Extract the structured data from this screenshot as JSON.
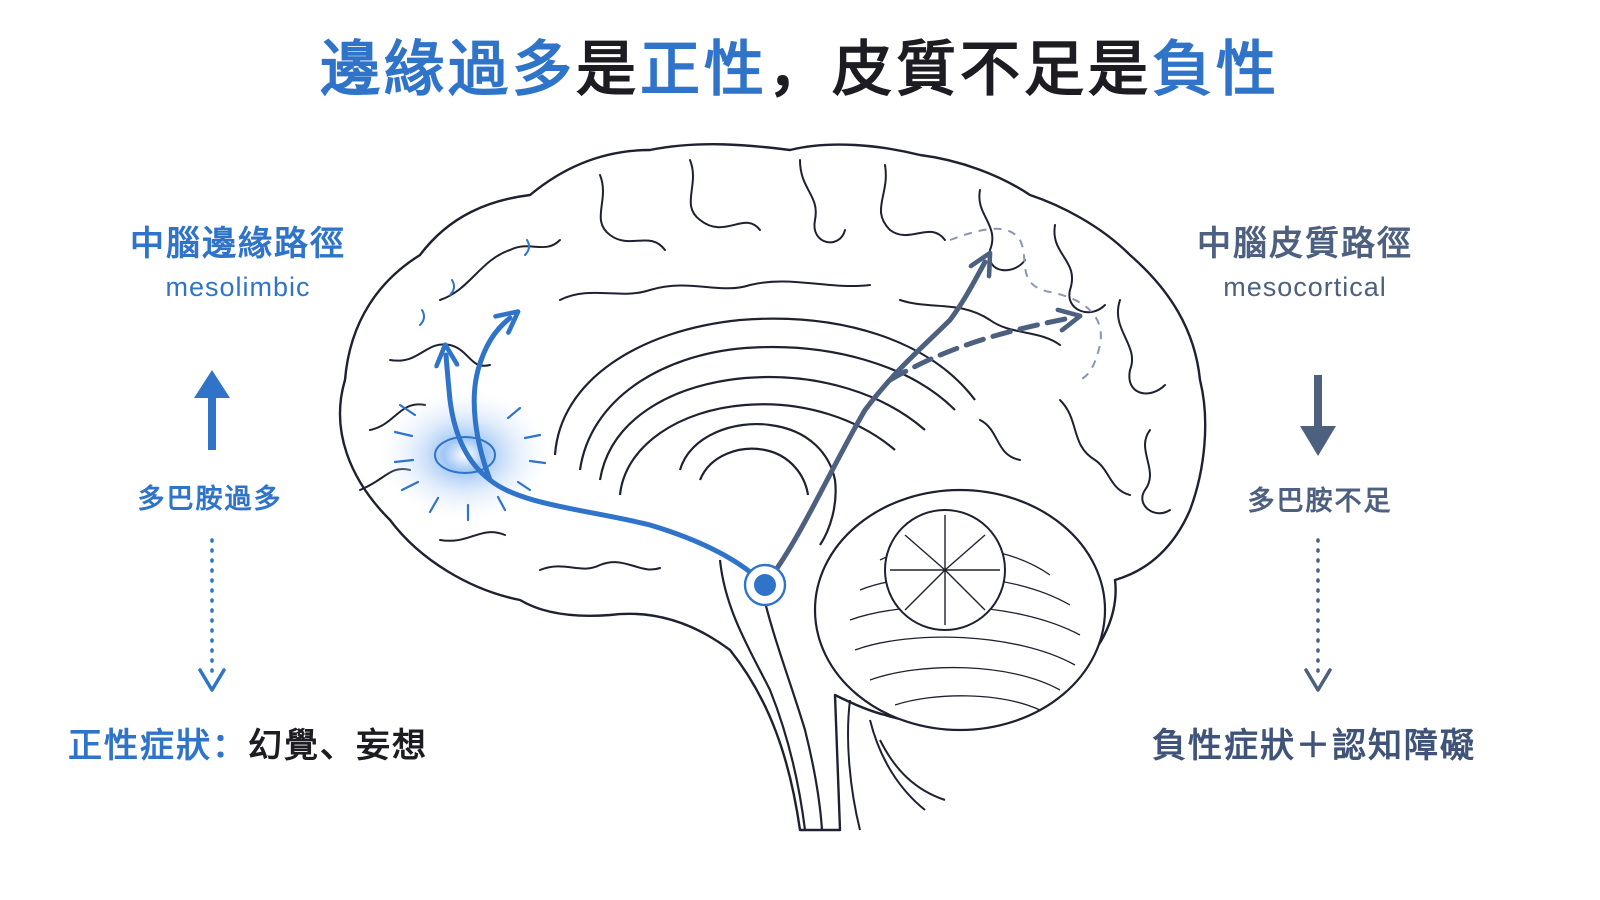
{
  "title": {
    "part1": "邊緣過多",
    "part2": "是",
    "part3": "正性",
    "part4": "，皮質不足是",
    "part5": "負性"
  },
  "mesolimbic": {
    "name": "中腦邊緣路徑",
    "english": "mesolimbic",
    "dopamine": "多巴胺過多",
    "symptom_label": "正性症狀：",
    "symptom_value": "幻覺、妄想"
  },
  "mesocortical": {
    "name": "中腦皮質路徑",
    "english": "mesocortical",
    "dopamine": "多巴胺不足",
    "symptom_label": "負性症狀",
    "symptom_value": "＋認知障礙"
  },
  "colors": {
    "mesolimbic": "#2F74C9",
    "mesocortical": "#4E6080",
    "outline": "#1E2230",
    "title_dark": "#1C1C22"
  },
  "icons": [
    "arrow-up-icon",
    "arrow-down-icon",
    "dotted-arrow-down-icon",
    "vta-node-icon",
    "glow-icon"
  ]
}
